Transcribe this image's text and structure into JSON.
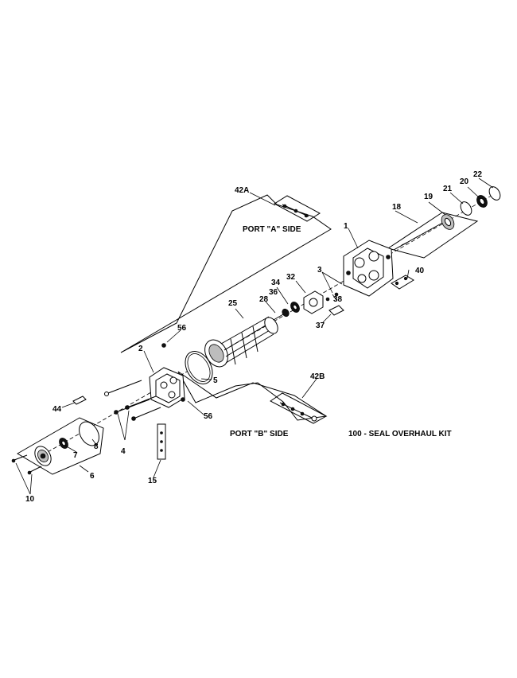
{
  "labels": {
    "p1": "1",
    "p2": "2",
    "p3": "3",
    "p4": "4",
    "p5": "5",
    "p6": "6",
    "p7": "7",
    "p8": "8",
    "p10": "10",
    "p15": "15",
    "p18": "18",
    "p19": "19",
    "p20": "20",
    "p21": "21",
    "p22": "22",
    "p25": "25",
    "p28": "28",
    "p32": "32",
    "p34": "34",
    "p36": "36",
    "p37": "37",
    "p38": "38",
    "p40": "40",
    "p42a": "42A",
    "p42b": "42B",
    "p44": "44",
    "p56a": "56",
    "p56b": "56"
  },
  "captions": {
    "port_a": "PORT \"A\" SIDE",
    "port_b": "PORT \"B\" SIDE",
    "kit": "100 - SEAL OVERHAUL KIT"
  }
}
